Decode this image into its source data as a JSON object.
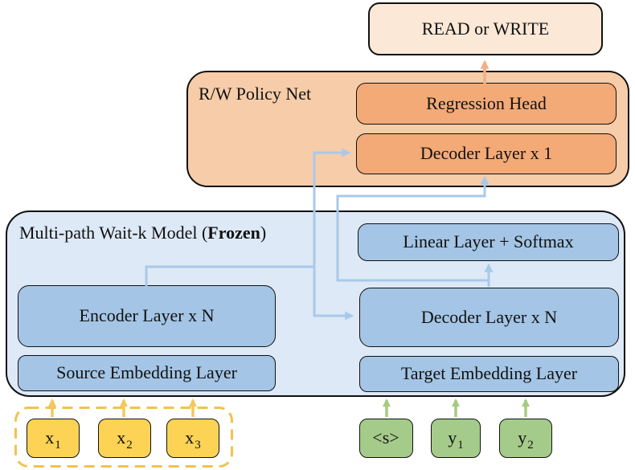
{
  "figure": {
    "output": {
      "label": "READ or WRITE"
    },
    "policy_net": {
      "title": "R/W Policy Net",
      "regression_head": "Regression Head",
      "decoder_layer": "Decoder Layer x 1"
    },
    "wait_k_model": {
      "title_prefix": "Multi-path Wait-k Model (",
      "title_emphasis": "Frozen",
      "title_suffix": ")",
      "encoder_layer": "Encoder Layer x N",
      "source_embedding": "Source Embedding Layer",
      "linear_softmax": "Linear Layer + Softmax",
      "decoder_layer": "Decoder Layer x N",
      "target_embedding": "Target Embedding Layer"
    },
    "source_tokens": [
      {
        "base": "x",
        "sub": "1"
      },
      {
        "base": "x",
        "sub": "2"
      },
      {
        "base": "x",
        "sub": "3"
      }
    ],
    "target_tokens": [
      {
        "base": "<s>",
        "sub": ""
      },
      {
        "base": "y",
        "sub": "1"
      },
      {
        "base": "y",
        "sub": "2"
      }
    ],
    "colors": {
      "output_box": "#fbe8d7",
      "policy_container": "#f6cca9",
      "policy_box": "#f3aa77",
      "model_container": "#dde9f6",
      "model_box": "#a4c5e5",
      "source_token": "#fcd355",
      "source_dashed_border": "#f1c24f",
      "target_token": "#a5cb8b",
      "arrow_blue": "#a9c9ea",
      "arrow_orange": "#f1b185",
      "arrow_yellow": "#f4c85c",
      "arrow_green": "#a6cb80"
    }
  }
}
